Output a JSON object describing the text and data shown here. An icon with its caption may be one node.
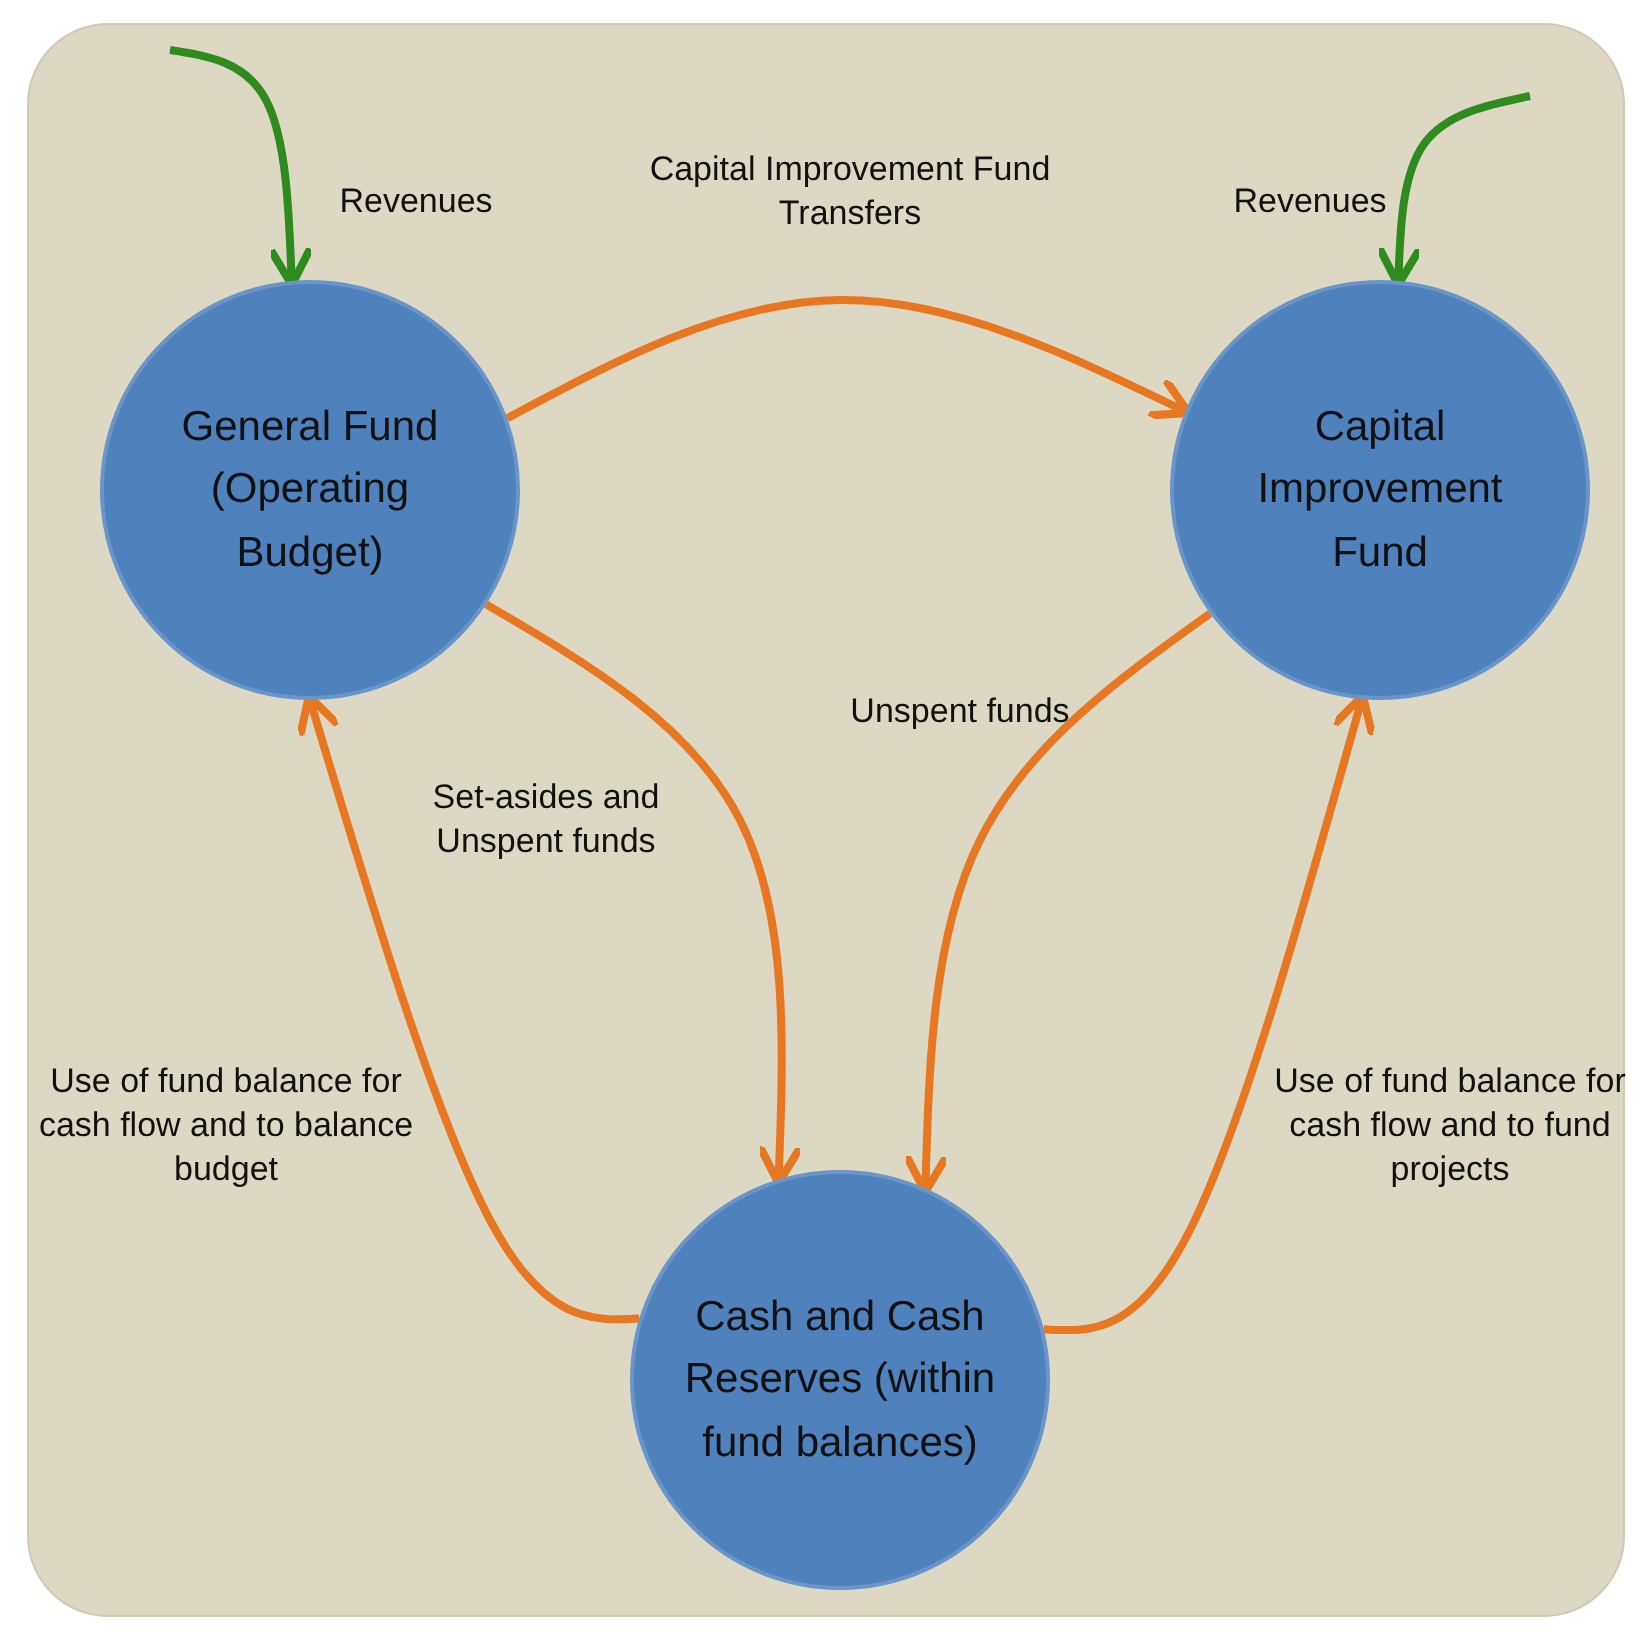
{
  "diagram": {
    "nodes": [
      {
        "text": [
          "General Fund (Operating Budget)"
        ]
      },
      {
        "text": [
          "Capital Improvement Fund"
        ]
      },
      {
        "text": [
          "Cash and Cash Reserves (within fund balances)"
        ]
      }
    ],
    "edges": [
      {
        "from": null,
        "to": 0,
        "arrow": "to",
        "label": "Revenues",
        "color": "#2e8b1e"
      },
      {
        "from": null,
        "to": 1,
        "arrow": "to",
        "label": "Revenues",
        "color": "#2e8b1e"
      },
      {
        "from": 0,
        "to": 1,
        "arrow": "to",
        "label": "Capital Improvement Fund Transfers"
      },
      {
        "from": 0,
        "to": 2,
        "arrow": "to",
        "label": "Set-asides and Unspent funds"
      },
      {
        "from": 1,
        "to": 2,
        "arrow": "to",
        "label": "Unspent funds"
      },
      {
        "from": 2,
        "to": 0,
        "arrow": "to",
        "label": "Use of fund balance for cash flow and to balance budget"
      },
      {
        "from": 2,
        "to": 1,
        "arrow": "to",
        "label": "Use of fund balance for cash flow and to fund projects"
      }
    ]
  }
}
